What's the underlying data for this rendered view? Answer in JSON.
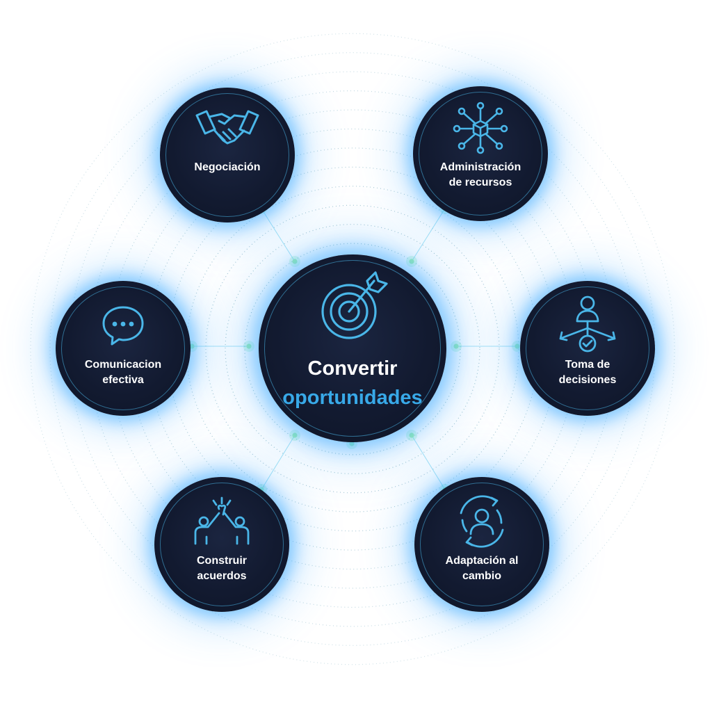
{
  "center": {
    "line1": "Convertir",
    "line2": "oportunidades",
    "icon": "target-icon"
  },
  "nodes": [
    {
      "id": "negociacion",
      "label": "Negociación",
      "icon": "handshake-icon"
    },
    {
      "id": "administracion",
      "label": "Administración\nde recursos",
      "icon": "network-cube-icon"
    },
    {
      "id": "comunicacion",
      "label": "Comunicacion\nefectiva",
      "icon": "chat-bubble-icon"
    },
    {
      "id": "toma-decisiones",
      "label": "Toma de\ndecisiones",
      "icon": "decision-person-icon"
    },
    {
      "id": "construir",
      "label": "Construir\nacuerdos",
      "icon": "high-five-icon"
    },
    {
      "id": "adaptacion",
      "label": "Adaptación al\ncambio",
      "icon": "person-cycle-icon"
    }
  ],
  "colors": {
    "node_fill": "#121a30",
    "accent_blue": "#38a9e8",
    "icon_stroke": "#4ab6e8",
    "glow": "#3caaff",
    "dot_green": "#9ff0b0",
    "dotted_ring": "#8cb8c8",
    "text": "#ffffff"
  }
}
